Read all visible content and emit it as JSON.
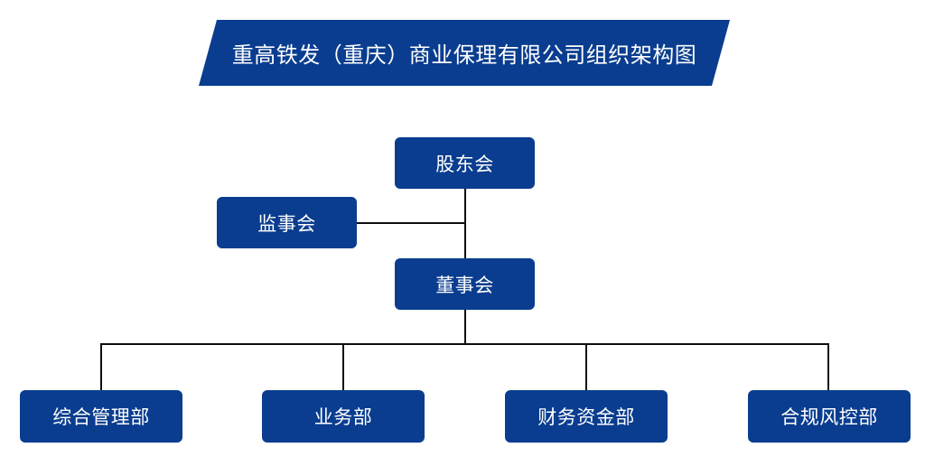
{
  "chart_type": "org-chart",
  "colors": {
    "brand_blue": "#0A3D8F",
    "line": "#0D0D0D",
    "text_on_blue": "#FFFFFF",
    "background": "#FFFFFF"
  },
  "banner": {
    "title": "重高铁发（重庆）商业保理有限公司组织架构图"
  },
  "nodes": {
    "shareholders": {
      "label": "股东会"
    },
    "supervisors": {
      "label": "监事会"
    },
    "directors": {
      "label": "董事会"
    },
    "departments": [
      {
        "label": "综合管理部"
      },
      {
        "label": "业务部"
      },
      {
        "label": "财务资金部"
      },
      {
        "label": "合规风控部"
      }
    ]
  },
  "hierarchy": {
    "root": "股东会",
    "edges": [
      {
        "from": "股东会",
        "to": "董事会"
      },
      {
        "from": "股东会-董事会 trunk",
        "to": "监事会"
      },
      {
        "from": "董事会",
        "to": "综合管理部"
      },
      {
        "from": "董事会",
        "to": "业务部"
      },
      {
        "from": "董事会",
        "to": "财务资金部"
      },
      {
        "from": "董事会",
        "to": "合规风控部"
      }
    ]
  }
}
